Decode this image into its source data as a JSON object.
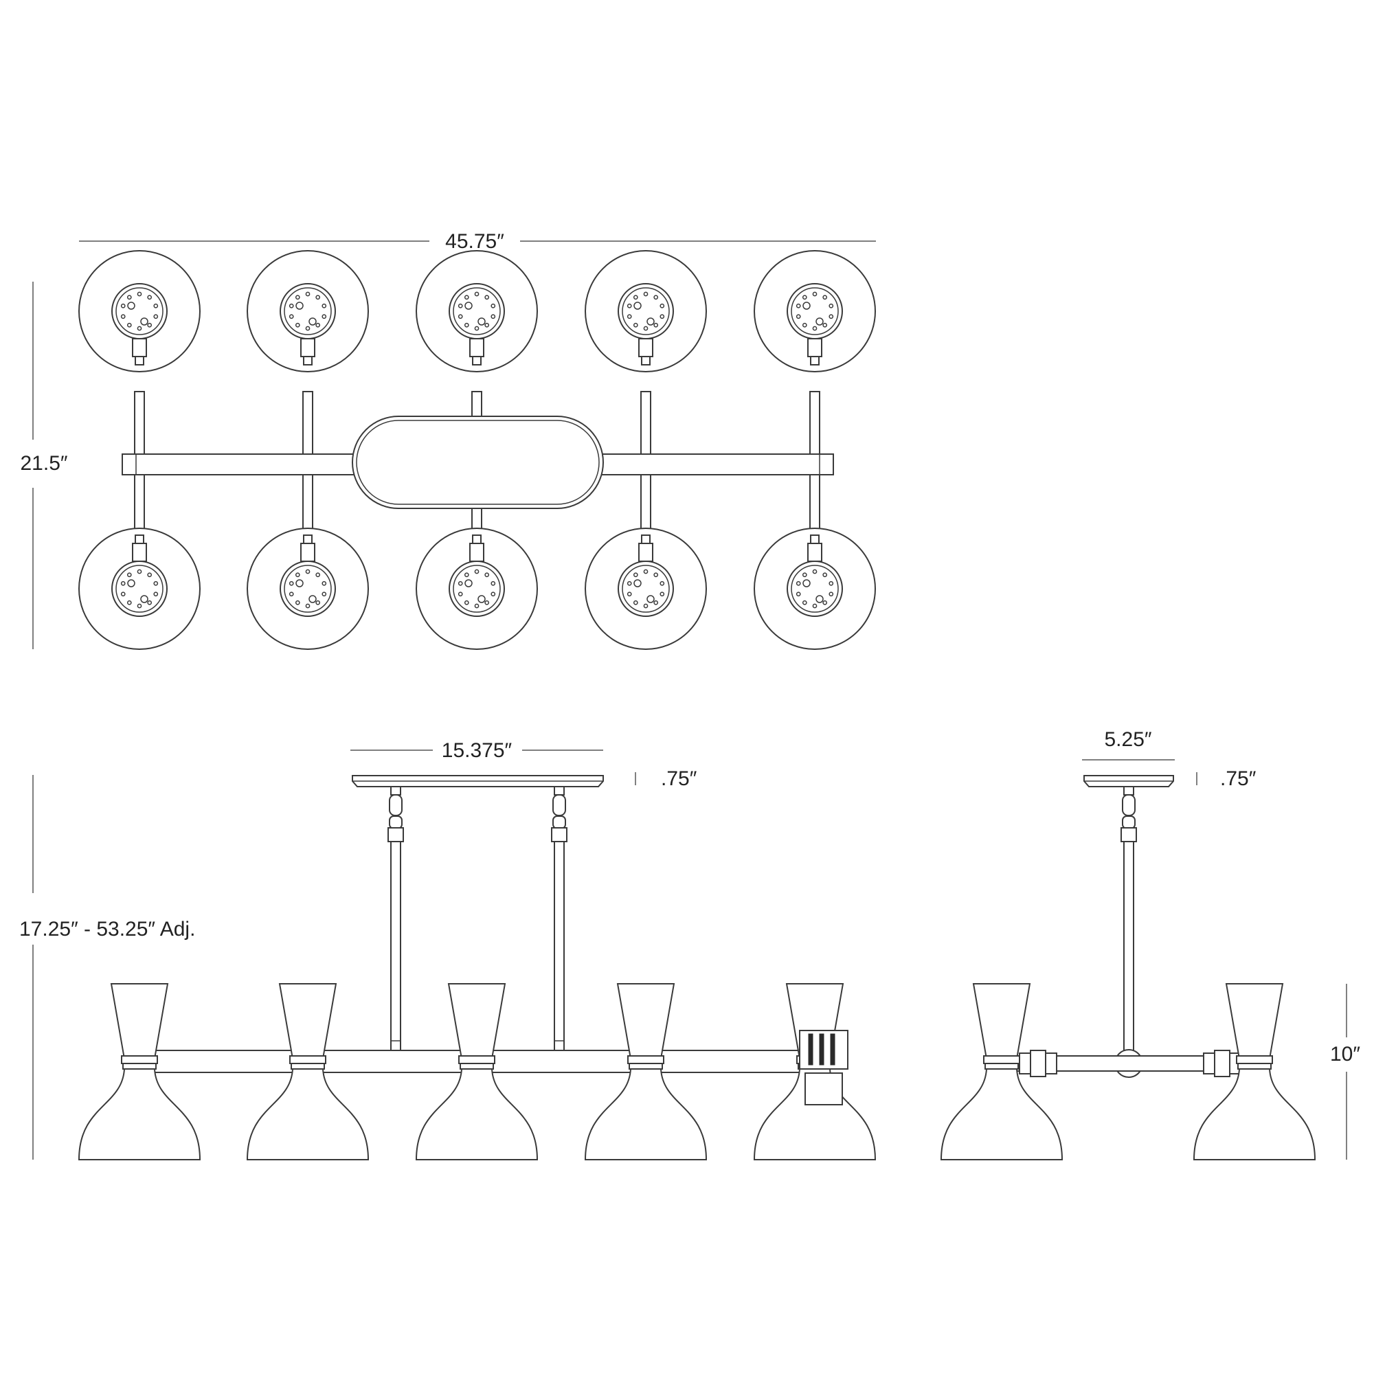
{
  "plan_view": {
    "width_label": "45.75″",
    "depth_label": "21.5″"
  },
  "front_view": {
    "canopy_width_label": "15.375″",
    "canopy_height_label": ".75″",
    "overall_height_label": "17.25″ - 53.25″ Adj."
  },
  "side_view": {
    "canopy_width_label": "5.25″",
    "canopy_height_label": ".75″",
    "shade_height_label": "10″"
  }
}
